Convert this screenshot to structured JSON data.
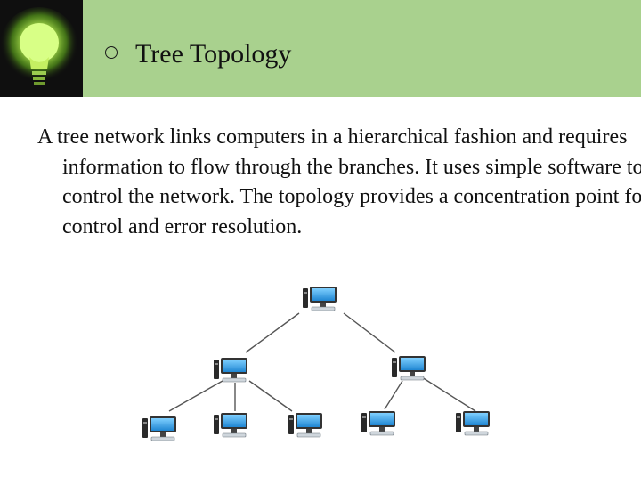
{
  "slide": {
    "title": "Tree Topology",
    "body": "A tree network links computers in a hierarchical fashion and requires information to flow through the branches. It uses simple software to control the network. The topology provides a concentration point for control and error resolution."
  },
  "colors": {
    "header_bg": "#a9d18e",
    "logo_bg": "#0f0f0f",
    "bulb_glow": "#b4f04a",
    "monitor_screen": "#2f9be0",
    "tower": "#2a2a2a",
    "link_line": "#555555"
  },
  "icons": {
    "header_logo": "lightbulb-icon",
    "bullet": "hollow-circle-bullet-icon",
    "node": "desktop-computer-icon"
  },
  "diagram": {
    "type": "tree-network",
    "levels": [
      1,
      2,
      5
    ]
  }
}
